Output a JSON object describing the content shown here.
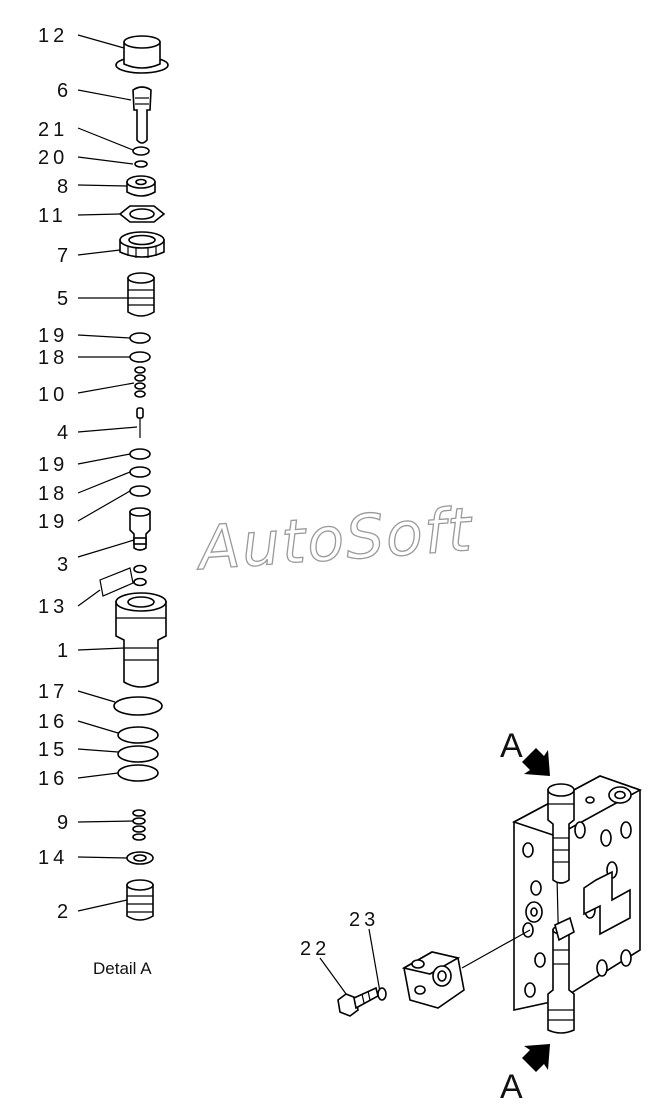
{
  "callouts": [
    "12",
    "6",
    "21",
    "20",
    "8",
    "11",
    "7",
    "5",
    "19",
    "18",
    "10",
    "4",
    "19",
    "18",
    "19",
    "3",
    "13",
    "1",
    "17",
    "16",
    "15",
    "16",
    "9",
    "14",
    "2",
    "22",
    "23"
  ],
  "caption": "Detail A",
  "watermark": "AutoSoft",
  "arrow_labels": [
    "A",
    "A"
  ]
}
